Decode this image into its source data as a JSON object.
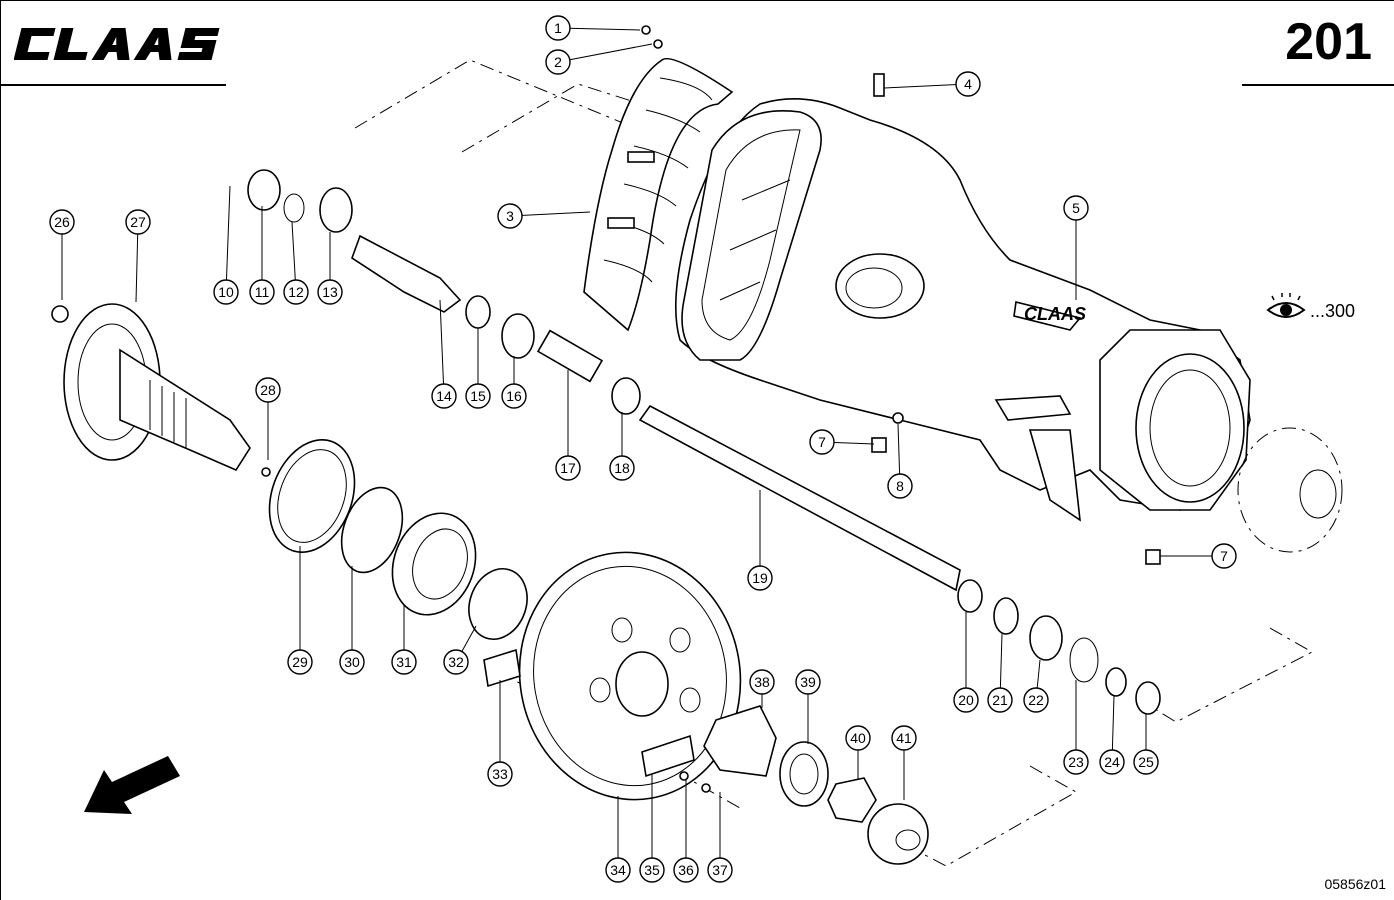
{
  "brand": "CLAAS",
  "page_number": "201",
  "document_code": "05856z01",
  "see_also_reference": "...300",
  "callouts": [
    {
      "label": "1"
    },
    {
      "label": "2"
    },
    {
      "label": "3"
    },
    {
      "label": "4"
    },
    {
      "label": "5"
    },
    {
      "label": "7"
    },
    {
      "label": "8"
    },
    {
      "label": "7"
    },
    {
      "label": "10"
    },
    {
      "label": "11"
    },
    {
      "label": "12"
    },
    {
      "label": "13"
    },
    {
      "label": "14"
    },
    {
      "label": "15"
    },
    {
      "label": "16"
    },
    {
      "label": "17"
    },
    {
      "label": "18"
    },
    {
      "label": "19"
    },
    {
      "label": "20"
    },
    {
      "label": "21"
    },
    {
      "label": "22"
    },
    {
      "label": "23"
    },
    {
      "label": "24"
    },
    {
      "label": "25"
    },
    {
      "label": "26"
    },
    {
      "label": "27"
    },
    {
      "label": "28"
    },
    {
      "label": "29"
    },
    {
      "label": "30"
    },
    {
      "label": "31"
    },
    {
      "label": "32"
    },
    {
      "label": "33"
    },
    {
      "label": "34"
    },
    {
      "label": "35"
    },
    {
      "label": "36"
    },
    {
      "label": "37"
    },
    {
      "label": "38"
    },
    {
      "label": "39"
    },
    {
      "label": "40"
    },
    {
      "label": "41"
    }
  ],
  "icons": {
    "eye": "eye-icon",
    "direction_arrow": "direction-arrow-icon"
  }
}
